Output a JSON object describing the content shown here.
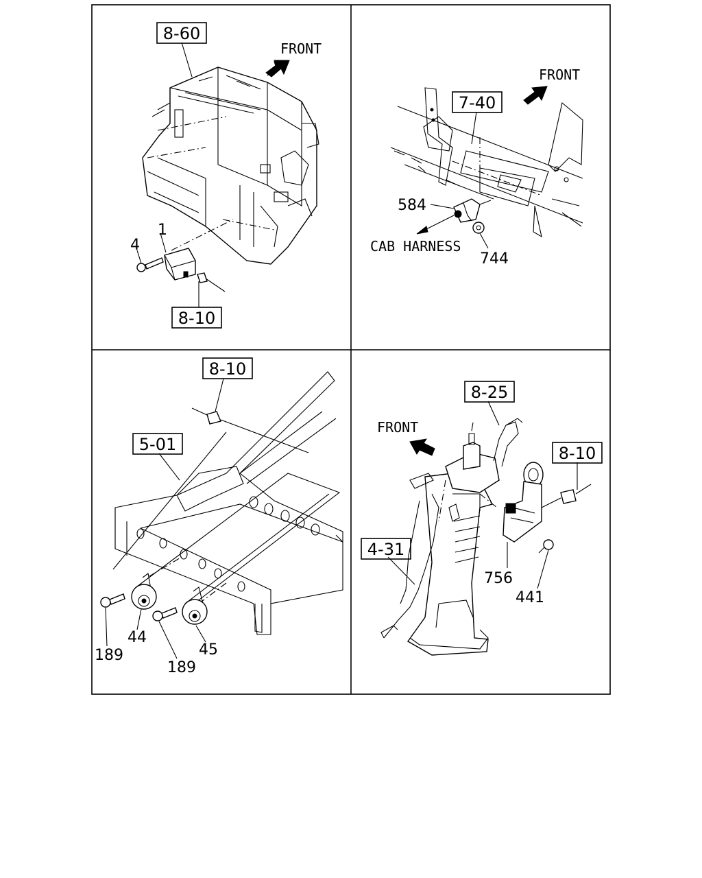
{
  "panels": {
    "top_left": {
      "refs": [
        "8-60",
        "8-10"
      ],
      "front": "FRONT",
      "parts": [
        "1",
        "4"
      ]
    },
    "top_right": {
      "refs": [
        "7-40"
      ],
      "front": "FRONT",
      "parts": [
        "584",
        "744"
      ],
      "harness": "CAB HARNESS"
    },
    "bottom_left": {
      "refs": [
        "8-10",
        "5-01"
      ],
      "parts": [
        "44",
        "45",
        "189",
        "189"
      ]
    },
    "bottom_right": {
      "refs": [
        "8-25",
        "8-10",
        "4-31"
      ],
      "front": "FRONT",
      "parts": [
        "756",
        "441"
      ]
    }
  }
}
